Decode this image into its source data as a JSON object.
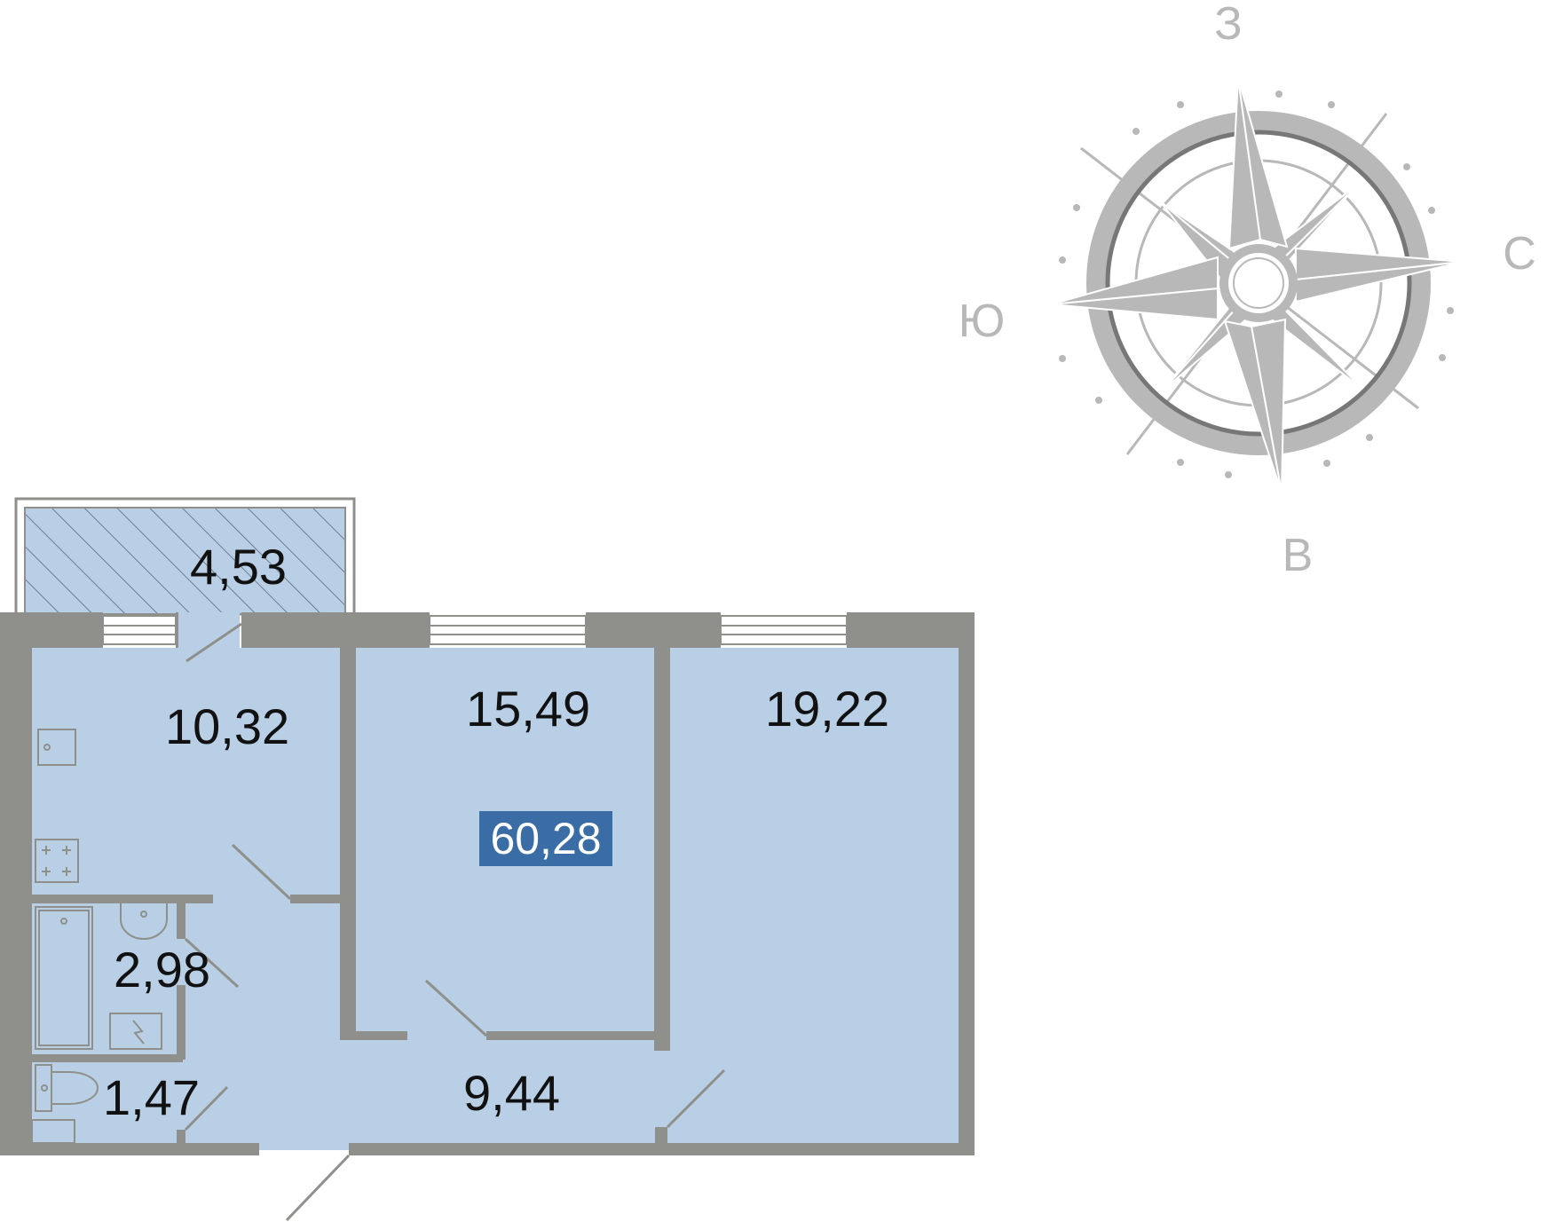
{
  "colors": {
    "floor": "#b8cfe6",
    "wall": "#8f908b",
    "balcony": "#b8cfe6",
    "total_badge": "#3a6da6",
    "compass": "#b8b8b8",
    "compass_dark": "#777777"
  },
  "rooms": {
    "balcony": {
      "area": "4,53"
    },
    "kitchen": {
      "area": "10,32"
    },
    "room_middle": {
      "area": "15,49"
    },
    "room_right": {
      "area": "19,22"
    },
    "bathroom": {
      "area": "2,98"
    },
    "toilet": {
      "area": "1,47"
    },
    "corridor": {
      "area": "9,44"
    }
  },
  "total_area": "60,28",
  "compass": {
    "top": "З",
    "right": "С",
    "bottom": "В",
    "left": "Ю"
  },
  "icons": [
    "stove-icon",
    "sink-icon",
    "bathtub-icon",
    "washing-machine-icon",
    "toilet-icon"
  ]
}
